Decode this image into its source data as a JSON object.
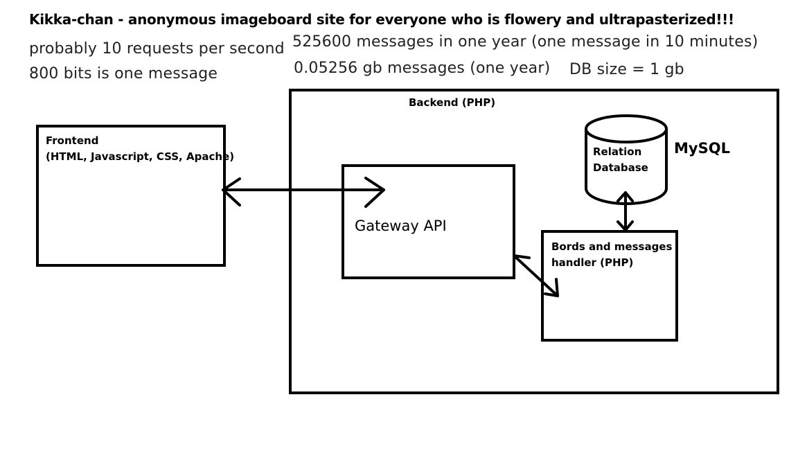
{
  "title": "Kikka-chan - anonymous imageboard site for everyone who is flowery and ultrapasterized!!!",
  "notes": {
    "requests": "probably 10 requests per second",
    "bits": "800 bits is one message",
    "messages_year": "525600 messages in one year (one message in 10 minutes)",
    "gb_year": "0.05256 gb messages (one year)",
    "db_size": "DB size = 1 gb"
  },
  "frontend": {
    "line1": "Frontend",
    "line2": "(HTML, Javascript, CSS, Apache)"
  },
  "backend": {
    "label": "Backend (PHP)"
  },
  "gateway": {
    "label": "Gateway API"
  },
  "database": {
    "line1": "Relation",
    "line2": "Database",
    "engine": "MySQL"
  },
  "handler": {
    "line1": "Bords and messages",
    "line2": "handler (PHP)"
  }
}
